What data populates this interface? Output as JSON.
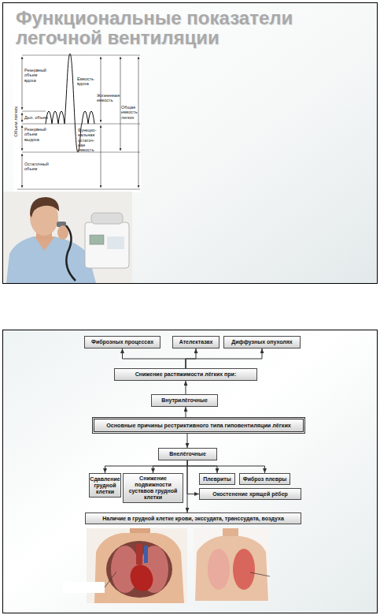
{
  "diagram": {
    "title": "Функциональные показатели легочной вентиляции",
    "nodes": [
      {
        "text": [
          "Фиброзных процессах"
        ]
      },
      {
        "text": [
          "Ателектазах"
        ]
      },
      {
        "text": [
          "Диффузных опухолях"
        ]
      },
      {
        "text": [
          "Снижение растяжимости лёгких при:"
        ]
      },
      {
        "text": [
          "Внутрилёгочные"
        ]
      },
      {
        "text": [
          "Основные причины рестриктивного типа гиповентиляции лёгких"
        ]
      },
      {
        "text": [
          "Внелёгочные"
        ]
      },
      {
        "text": [
          "Сдавление грудной клетки"
        ]
      },
      {
        "text": [
          "Снижение подвижности суставов грудной клетки"
        ]
      },
      {
        "text": [
          "Плевриты"
        ]
      },
      {
        "text": [
          "Фиброз плевры"
        ]
      },
      {
        "text": [
          "Окостенение хрящей рёбер"
        ]
      },
      {
        "text": [
          "Наличие в грудной клетке крови, экссудата, транссудата, воздуха"
        ]
      }
    ],
    "edges": [
      {
        "from": 3,
        "to": 0,
        "arrow": "to"
      },
      {
        "from": 3,
        "to": 1,
        "arrow": "to"
      },
      {
        "from": 3,
        "to": 2,
        "arrow": "to"
      },
      {
        "from": 4,
        "to": 3,
        "arrow": "to"
      },
      {
        "from": 5,
        "to": 4,
        "arrow": "to"
      },
      {
        "from": 5,
        "to": 6,
        "arrow": "to"
      },
      {
        "from": 6,
        "to": 7,
        "arrow": "to"
      },
      {
        "from": 6,
        "to": 8,
        "arrow": "to"
      },
      {
        "from": 6,
        "to": 9,
        "arrow": "to"
      },
      {
        "from": 6,
        "to": 10,
        "arrow": "to"
      },
      {
        "from": 6,
        "to": 11,
        "arrow": "to"
      },
      {
        "from": 6,
        "to": 12,
        "arrow": "to"
      }
    ],
    "labels": [
      "Резервный объем вдоха",
      "Емкость вдоха",
      "Жизненная емкость",
      "Общая емкость легких",
      "Дых. объем",
      "Резервный объем выдоха",
      "Функцио- нальная остаточ- ная емкость",
      "Остаточный объем",
      "Объем легких"
    ]
  }
}
